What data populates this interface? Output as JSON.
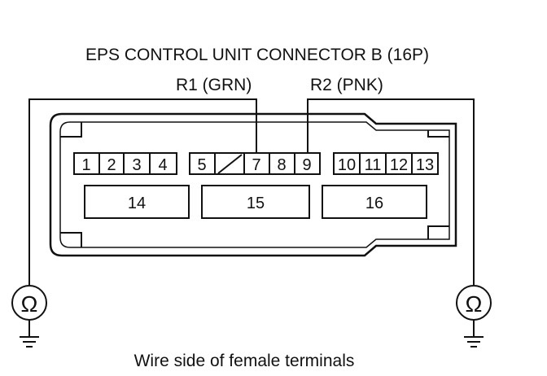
{
  "title": "EPS CONTROL UNIT CONNECTOR B (16P)",
  "caption": "Wire side of female terminals",
  "wire_labels": {
    "r1": "R1 (GRN)",
    "r2": "R2 (PNK)"
  },
  "terminals_row1_left": [
    "1",
    "2",
    "3",
    "4"
  ],
  "terminals_row1_mid": [
    "5",
    "7",
    "8",
    "9"
  ],
  "terminals_row1_right": [
    "10",
    "11",
    "12",
    "13"
  ],
  "terminals_row2": [
    "14",
    "15",
    "16"
  ],
  "meter_symbol": "Ω"
}
